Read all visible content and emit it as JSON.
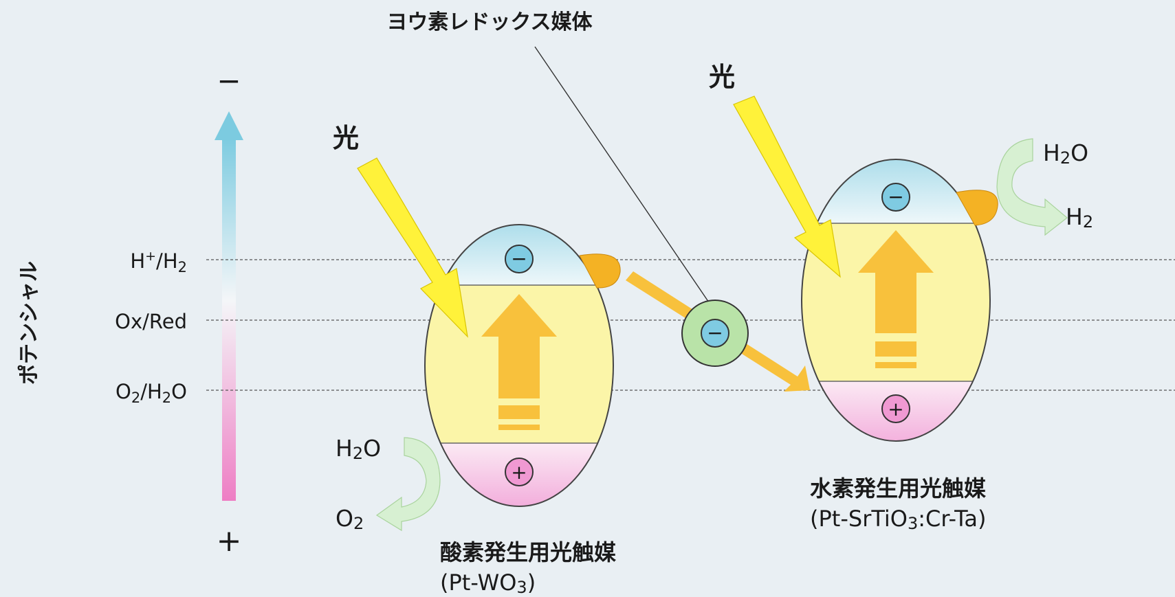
{
  "axis": {
    "title": "ポテンシャル",
    "top_sign": "−",
    "bottom_sign": "+",
    "levels": [
      {
        "id": "h",
        "label_main": "H",
        "label_sup": "+",
        "label_rest": "/H",
        "label_sub": "2"
      },
      {
        "id": "ox",
        "label_main": "Ox/Red"
      },
      {
        "id": "o",
        "label_main": "O",
        "label_sub": "2",
        "label_rest": "/H",
        "label_sub2": "2",
        "label_end": "O"
      }
    ]
  },
  "mediator_label": "ヨウ素レドックス媒体",
  "light_label": "光",
  "electron_symbol": "−",
  "hole_symbol": "+",
  "left_catalyst": {
    "name": "酸素発生用光触媒",
    "formula_prefix": "(Pt-WO",
    "formula_sub": "3",
    "formula_suffix": ")",
    "reactant": {
      "main": "H",
      "sub": "2",
      "rest": "O"
    },
    "product": {
      "main": "O",
      "sub": "2"
    }
  },
  "right_catalyst": {
    "name": "水素発生用光触媒",
    "formula_prefix": "(Pt-SrTiO",
    "formula_sub": "3",
    "formula_suffix": ":Cr-Ta)",
    "reactant": {
      "main": "H",
      "sub": "2",
      "rest": "O"
    },
    "product": {
      "main": "H",
      "sub": "2"
    }
  },
  "colors": {
    "background": "#e9eff3",
    "conduction_band": "#bfe3ee",
    "band_gap": "#fbf5a8",
    "valence_band": "#f6c6e6",
    "excitation_arrow": "#f8c13c",
    "light_arrow": "#fff23a",
    "mediator": "#b9e3a8",
    "electron": "#7fcbe2",
    "hole": "#f099d2",
    "cocatalyst": "#f4b224",
    "water_arrow": "#d7f0d2"
  }
}
